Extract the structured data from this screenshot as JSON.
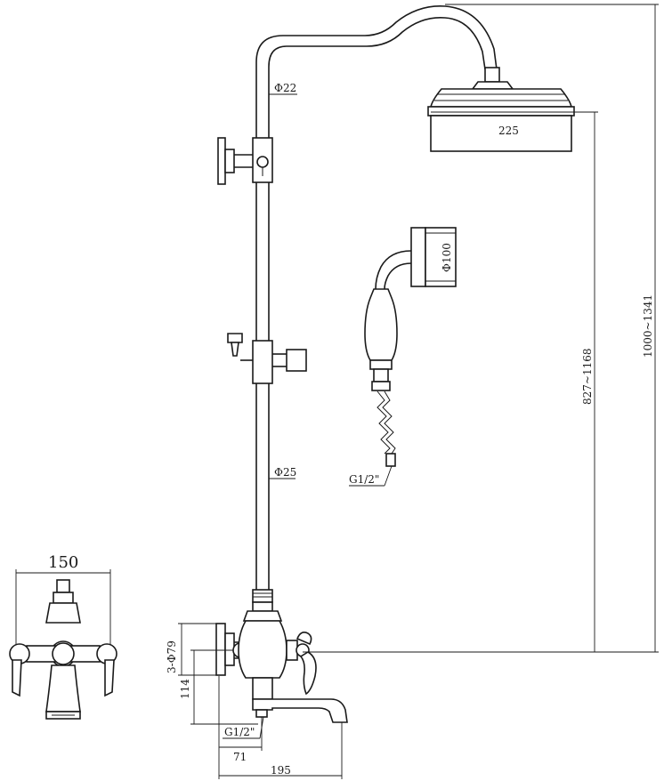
{
  "dimensions": {
    "pipe_upper_dia": "Ф22",
    "pipe_lower_dia": "Ф25",
    "shower_head_dia": "225",
    "handset_dia": "Ф100",
    "handset_inlet": "G1/2\"",
    "height_range_head": "827~1168",
    "height_range_total": "1000~1341",
    "front_width": "150",
    "flange_dia": "3-Ф79",
    "body_height": "114",
    "spout_inlet": "G1/2\"",
    "spout_offset": "71",
    "spout_reach": "195"
  }
}
